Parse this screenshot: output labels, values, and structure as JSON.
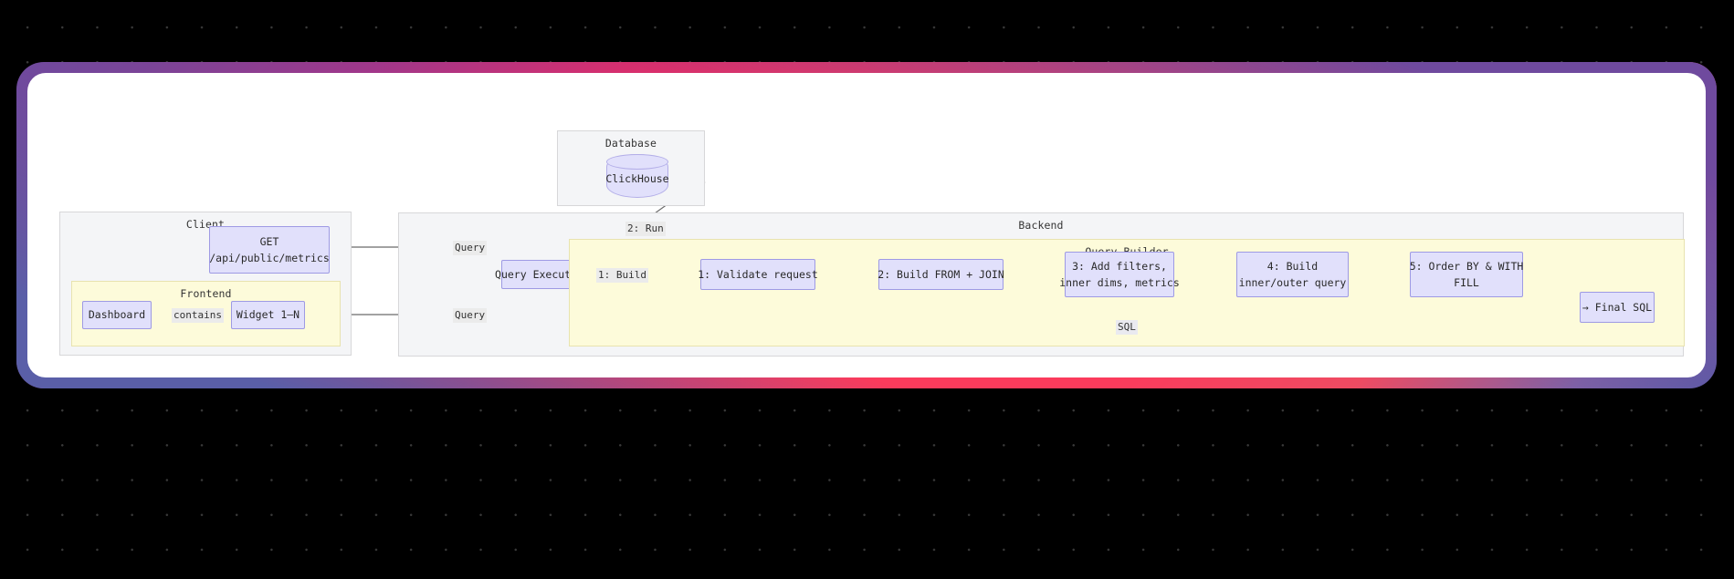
{
  "canvas": {
    "background_color": "#000000",
    "dot_color": "#3a3a3a",
    "card_background": "#ffffff",
    "frame_gradient_start": "#6f4a9e",
    "frame_gradient_mid": "#fb3b5c",
    "frame_gradient_end": "#5a5fa8"
  },
  "theme": {
    "node_fill": "#e1e0fb",
    "node_stroke": "#9e9ae4",
    "group_fill": "#f4f5f7",
    "group_stroke": "#d7d7d9",
    "group_yellow_fill": "#fdfbda",
    "group_yellow_stroke": "#e8e3af",
    "edge_stroke": "#666666",
    "text_color": "#292929"
  },
  "diagram": {
    "type": "flowchart",
    "groups": {
      "client": {
        "title": "Client"
      },
      "frontend": {
        "title": "Frontend"
      },
      "database": {
        "title": "Database"
      },
      "backend": {
        "title": "Backend"
      },
      "query_builder": {
        "title": "Query Builder"
      }
    },
    "nodes": {
      "api_endpoint": {
        "line1": "GET",
        "line2": "/api/public/metrics"
      },
      "dashboard": {
        "label": "Dashboard"
      },
      "widget": {
        "label": "Widget 1–N"
      },
      "clickhouse": {
        "label": "ClickHouse"
      },
      "query_executor": {
        "label": "Query Executor"
      },
      "step1": {
        "label": "1: Validate request"
      },
      "step2": {
        "label": "2: Build FROM + JOIN"
      },
      "step3": {
        "line1": "3: Add filters,",
        "line2": "inner dims, metrics"
      },
      "step4": {
        "line1": "4: Build",
        "line2": "inner/outer query"
      },
      "step5": {
        "line1": "5: Order BY & WITH",
        "line2": "FILL"
      },
      "final_sql": {
        "label": "→ Final SQL"
      }
    },
    "edge_labels": {
      "contains": "contains",
      "query_api": "Query",
      "query_widget": "Query",
      "run": "2: Run",
      "build": "1: Build",
      "sql": "SQL"
    }
  }
}
